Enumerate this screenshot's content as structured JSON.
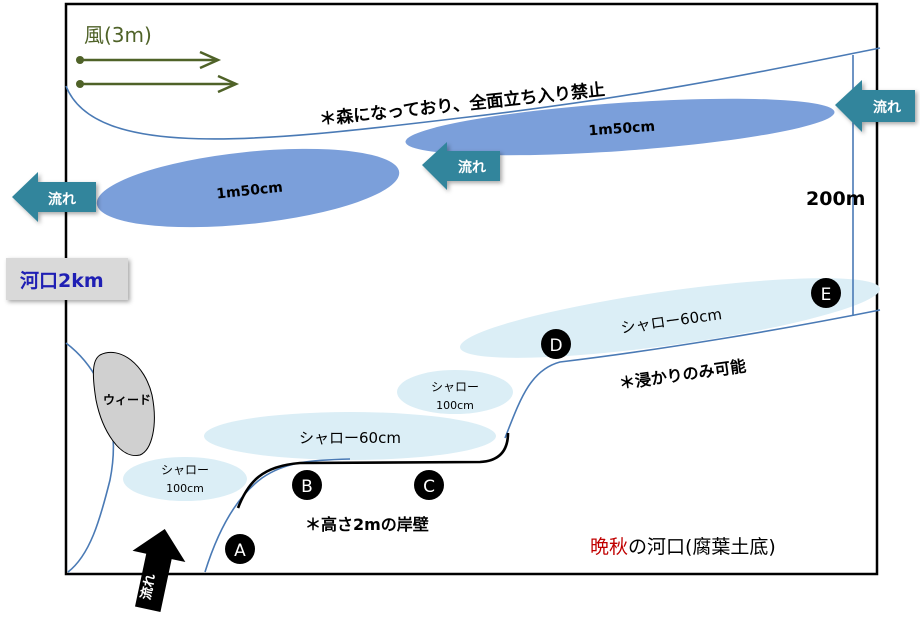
{
  "wind": {
    "label": "風(3m)",
    "color": "#4f6228"
  },
  "notes": {
    "forest": "＊森になっており、全面立ち入り禁止",
    "wading": "＊浸かりのみ可能",
    "bank": "＊高さ2mの岸壁"
  },
  "depths": {
    "deep_upper": "1m50cm",
    "deep_lower": "1m50cm",
    "shallow_left": "シャロー",
    "shallow_left_depth": "100cm",
    "shallow_mid": "シャロー",
    "shallow_mid_depth": "100cm",
    "shallow_long": "シャロー60cm",
    "shallow_upper": "シャロー60cm"
  },
  "flow_label": "流れ",
  "estuary": "河口2km",
  "width_label": "200m",
  "weed": "ウィード",
  "points": [
    "A",
    "B",
    "C",
    "D",
    "E"
  ],
  "title": {
    "part1": "晩秋",
    "part2": "の河口(腐葉土底)"
  },
  "colors": {
    "deep": "#7b9fda",
    "shallow": "#dbeef6",
    "flow_arrow": "#31859c",
    "bank_line": "#4a7ab5",
    "title_accent": "#c00000",
    "estuary_text": "#1f1fb4",
    "estuary_bg": "#d9d9d9"
  }
}
